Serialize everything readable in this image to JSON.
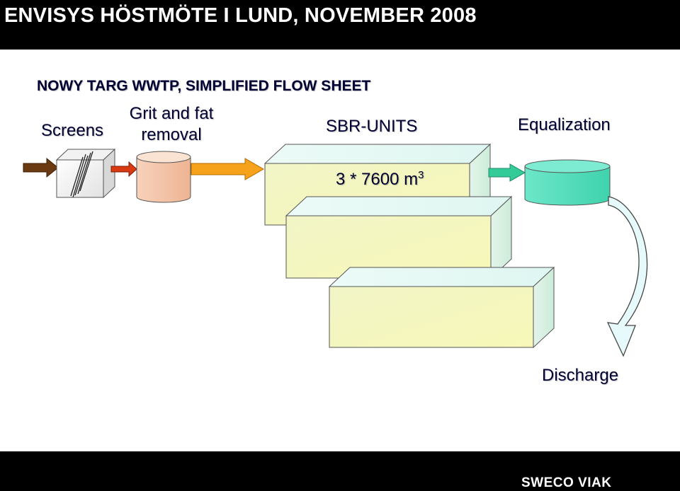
{
  "header": {
    "title": "ENVISYS HÖSTMÖTE I LUND, NOVEMBER 2008"
  },
  "subtitle": "NOWY TARG WWTP, SIMPLIFIED FLOW SHEET",
  "labels": {
    "screens": "Screens",
    "grit_line1": "Grit and fat",
    "grit_line2": "removal",
    "sbr": "SBR-UNITS",
    "volume": "3 * 7600 m",
    "volume_exp": "3",
    "equalization": "Equalization",
    "discharge": "Discharge"
  },
  "brand": {
    "name": "SWECO VIAK"
  },
  "colors": {
    "arrow_in": "#6b3a10",
    "arrow_grit": "#d93a12",
    "arrow_sbr": "#f7a21b",
    "arrow_eq": "#33cc99",
    "grit_tank": "#f3c4a6",
    "eq_tank": "#5fe0c0",
    "sbr_box": "#f6f7c6",
    "discharge_arrow": "#e6fafb"
  },
  "icons": {
    "brand": "sweco-logo-icon"
  }
}
